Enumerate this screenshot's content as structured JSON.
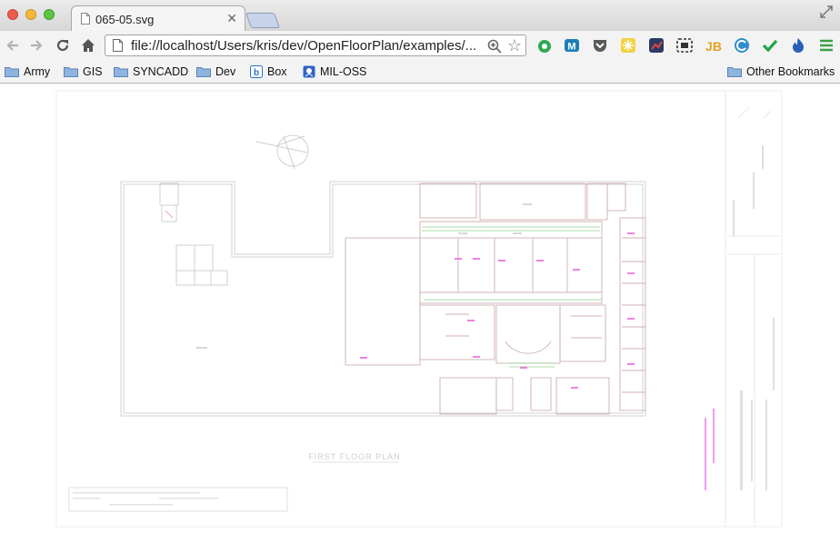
{
  "browser": {
    "tab": {
      "title": "065-05.svg"
    },
    "address_bar": {
      "url": "file://localhost/Users/kris/dev/OpenFloorPlan/examples/..."
    },
    "bookmarks": [
      {
        "label": "Army",
        "icon": "folder-icon"
      },
      {
        "label": "GIS",
        "icon": "folder-icon"
      },
      {
        "label": "SYNCADD",
        "icon": "folder-icon"
      },
      {
        "label": "Dev",
        "icon": "folder-icon"
      },
      {
        "label": "Box",
        "icon": "box-icon"
      },
      {
        "label": "MIL-OSS",
        "icon": "mil-oss-icon"
      }
    ],
    "other_bookmarks": "Other Bookmarks",
    "colors": {
      "toolbar": "#f3f3f3",
      "tabbar": "#d6d6d6",
      "floorplan_walls": "#c9c9c9",
      "room_labels": "#e06adf"
    }
  },
  "floorplan": {
    "plan_title": "FIRST FLOOR PLAN"
  }
}
